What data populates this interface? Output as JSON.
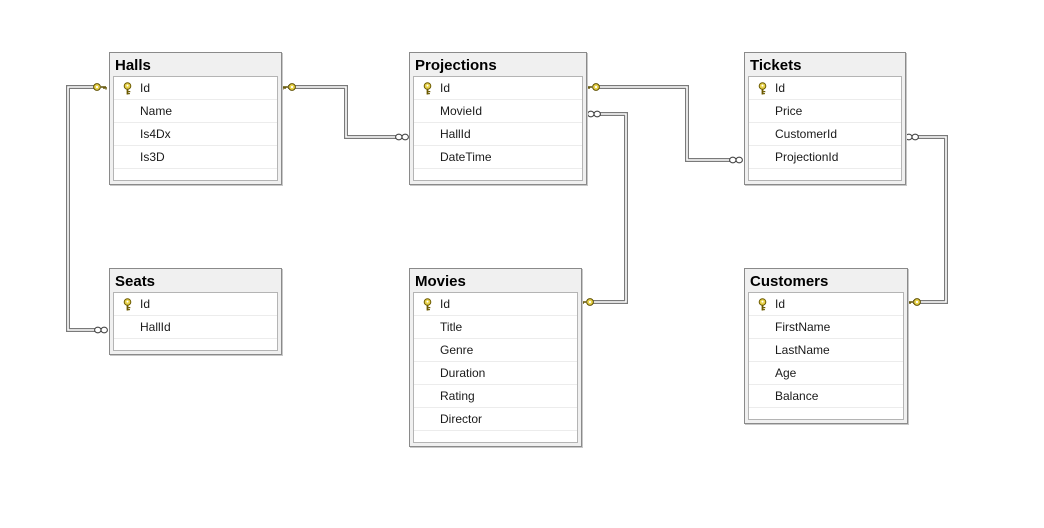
{
  "diagram": {
    "tables": [
      {
        "name": "Halls",
        "columns": [
          {
            "name": "Id",
            "pk": true
          },
          {
            "name": "Name"
          },
          {
            "name": "Is4Dx"
          },
          {
            "name": "Is3D"
          }
        ]
      },
      {
        "name": "Projections",
        "columns": [
          {
            "name": "Id",
            "pk": true
          },
          {
            "name": "MovieId"
          },
          {
            "name": "HallId"
          },
          {
            "name": "DateTime"
          }
        ]
      },
      {
        "name": "Tickets",
        "columns": [
          {
            "name": "Id",
            "pk": true
          },
          {
            "name": "Price"
          },
          {
            "name": "CustomerId"
          },
          {
            "name": "ProjectionId"
          }
        ]
      },
      {
        "name": "Seats",
        "columns": [
          {
            "name": "Id",
            "pk": true
          },
          {
            "name": "HallId"
          }
        ]
      },
      {
        "name": "Movies",
        "columns": [
          {
            "name": "Id",
            "pk": true
          },
          {
            "name": "Title"
          },
          {
            "name": "Genre"
          },
          {
            "name": "Duration"
          },
          {
            "name": "Rating"
          },
          {
            "name": "Director"
          }
        ]
      },
      {
        "name": "Customers",
        "columns": [
          {
            "name": "Id",
            "pk": true
          },
          {
            "name": "FirstName"
          },
          {
            "name": "LastName"
          },
          {
            "name": "Age"
          },
          {
            "name": "Balance"
          }
        ]
      }
    ],
    "relationships": [
      {
        "from": "Halls.Id",
        "to": "Projections.HallId",
        "type": "one-to-many"
      },
      {
        "from": "Halls.Id",
        "to": "Seats.HallId",
        "type": "one-to-many"
      },
      {
        "from": "Projections.Id",
        "to": "Tickets.ProjectionId",
        "type": "one-to-many"
      },
      {
        "from": "Movies.Id",
        "to": "Projections.MovieId",
        "type": "one-to-many"
      },
      {
        "from": "Customers.Id",
        "to": "Tickets.CustomerId",
        "type": "one-to-many"
      }
    ],
    "colors": {
      "key": "#e8d24a",
      "line": "#7a7a7a",
      "header_bg": "#f0f0f0"
    },
    "icons": {
      "primary_key": "key-icon",
      "one_end": "key-end-icon",
      "many_end": "infinity-end-icon"
    }
  }
}
